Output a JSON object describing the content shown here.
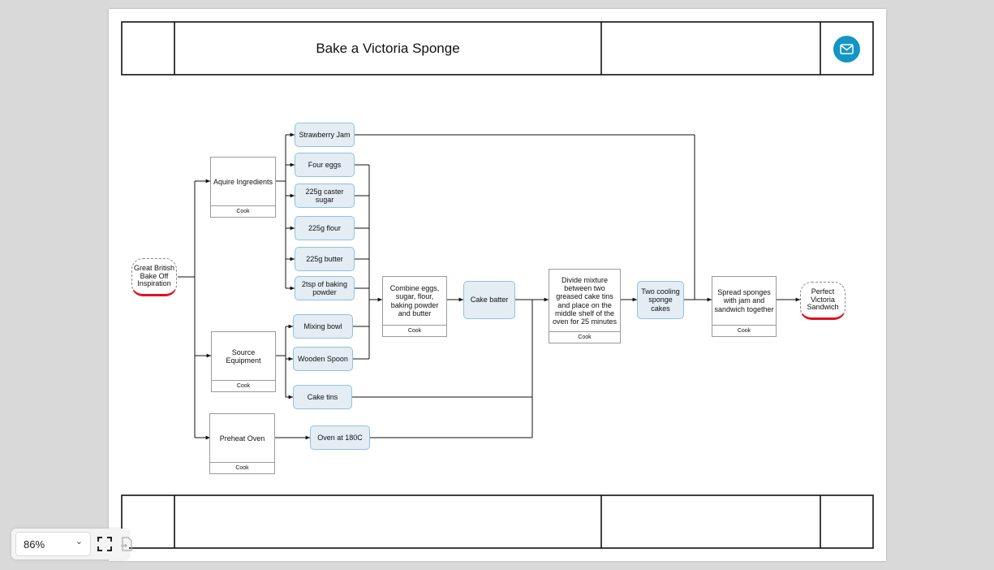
{
  "diagram": {
    "title": "Bake a Victoria Sponge",
    "start": "Great British Bake Off Inspiration",
    "end": "Perfect Victoria Sandwich",
    "steps": {
      "acquire": {
        "label": "Aquire Ingredients",
        "role": "Cook"
      },
      "source": {
        "label": "Source Equipment",
        "role": "Cook"
      },
      "preheat": {
        "label": "Preheat Oven",
        "role": "Cook"
      },
      "combine": {
        "label": "Combine eggs, sugar, flour, baking powder and butter",
        "role": "Cook"
      },
      "divide": {
        "label": "Divide mixture between two greased cake tins and place on the middle shelf of the oven for 25 minutes",
        "role": "Cook"
      },
      "spread": {
        "label": "Spread sponges with jam and sandwich together",
        "role": "Cook"
      }
    },
    "items": {
      "jam": "Strawberry Jam",
      "eggs": "Four eggs",
      "sugar": "225g caster sugar",
      "flour": "225g flour",
      "butter": "225g butter",
      "baking_powder": "2tsp of baking powder",
      "bowl": "Mixing bowl",
      "spoon": "Wooden Spoon",
      "tins": "Cake tins",
      "oven": "Oven at 180C",
      "batter": "Cake batter",
      "sponges": "Two cooling sponge cakes"
    }
  },
  "toolbar": {
    "zoom": "86%",
    "icons": [
      "chevron-down-icon",
      "fullscreen-icon",
      "export-icon"
    ]
  },
  "colors": {
    "accent": "#1495c6",
    "item_fill": "#e3edf3",
    "item_border": "#8fc3dc",
    "terminal_bar": "#e01020"
  }
}
